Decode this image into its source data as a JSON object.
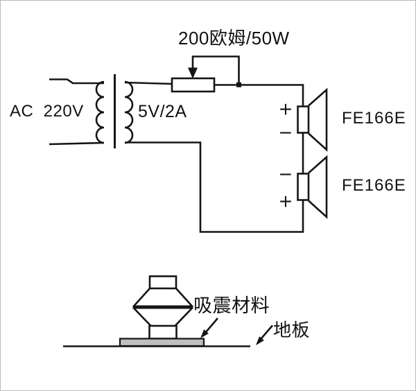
{
  "circuit": {
    "resistor_label": "200欧姆/50W",
    "primary_label": "AC  220V",
    "secondary_label": "5V/2A",
    "speakers": [
      {
        "label": "FE166E",
        "top_terminal": "+",
        "bottom_terminal": "−"
      },
      {
        "label": "FE166E",
        "top_terminal": "−",
        "bottom_terminal": "+"
      }
    ]
  },
  "mount": {
    "damping_label": "吸震材料",
    "floor_label": "地板"
  },
  "colors": {
    "line": "#151515",
    "pad_fill": "#bfbfbf",
    "background": "#ffffff",
    "frame": "#b9b9b9"
  }
}
